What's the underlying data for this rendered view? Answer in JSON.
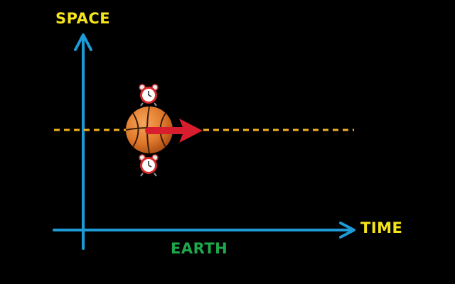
{
  "labels": {
    "space_axis": "SPACE",
    "time_axis": "TIME",
    "ground": "EARTH"
  },
  "icons": {
    "ball": "basketball-icon",
    "clock": "alarm-clock-icon",
    "motion": "arrow-right-icon"
  },
  "colors": {
    "background": "#000000",
    "axis": "#1e9ad6",
    "axis_label": "#f7e31b",
    "ground_label": "#1fa84a",
    "path": "#f2b322",
    "motion_arrow": "#d81e2e",
    "ball": "#e0792b"
  }
}
